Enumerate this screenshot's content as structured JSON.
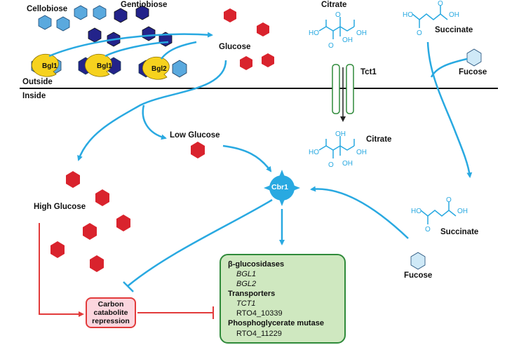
{
  "membrane": {
    "outside": "Outside",
    "inside": "Inside"
  },
  "sugars": {
    "cellobiose": "Cellobiose",
    "gentiobiose": "Gentiobiose",
    "glucose": "Glucose",
    "low_glucose": "Low Glucose",
    "high_glucose": "High Glucose",
    "fucose_outside": "Fucose",
    "fucose_inside": "Fucose"
  },
  "enzymes": {
    "bgl1_a": "Bgl1",
    "bgl1_b": "Bgl1",
    "bgl2": "Bgl2"
  },
  "transport": {
    "citrate_outside": "Citrate",
    "tct1": "Tct1",
    "citrate_inside": "Citrate",
    "succinate_outside": "Succinate",
    "succinate_inside": "Succinate"
  },
  "chemistry": {
    "ho": "HO",
    "oh": "OH",
    "o": "O"
  },
  "regulator": {
    "name": "Cbr1"
  },
  "repression": {
    "line1": "Carbon",
    "line2": "catabolite",
    "line3": "repression"
  },
  "targets": {
    "beta_header": "β-glucosidases",
    "bgl1_gene": "BGL1",
    "bgl2_gene": "BGL2",
    "transporters_header": "Transporters",
    "tct1_gene": "TCT1",
    "rto4_10339": "RTO4_10339",
    "pgm_header": "Phosphoglycerate mutase",
    "rto4_11229": "RTO4_11229"
  },
  "colors": {
    "arrow_blue": "#29a9e1",
    "repression_red": "#e23b3b",
    "glucose_red": "#d9232d",
    "disaccharide_light": "#5aa9de",
    "disaccharide_dark": "#23238a",
    "enzyme_yellow": "#f6d21e",
    "transporter_green": "#2f8a3a",
    "target_fill": "#cfe8c0",
    "fucose_fill": "#cfe9f7"
  }
}
